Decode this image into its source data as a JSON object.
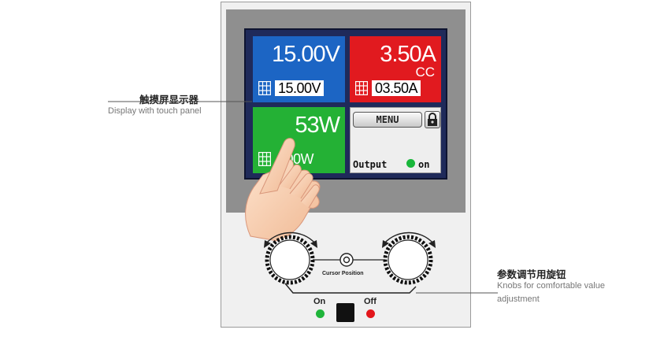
{
  "display": {
    "voltage": {
      "actual": "15.00V",
      "set": "15.00V",
      "color": "#1c65c4"
    },
    "current": {
      "actual": "3.50A",
      "mode": "CC",
      "set": "03.50A",
      "color": "#e11a1f"
    },
    "power": {
      "actual": "53W",
      "set": "100W",
      "color": "#24b135"
    },
    "status": {
      "menu_label": "MENU",
      "output_label": "Output",
      "output_state": "on",
      "output_color": "#18b63a"
    }
  },
  "annotations": {
    "display": {
      "cn": "触摸屏显示器",
      "en": "Display with touch panel"
    },
    "knobs": {
      "cn": "参数调节用旋钮",
      "en_line1": "Knobs for comfortable value",
      "en_line2": "adjustment"
    }
  },
  "controls": {
    "cursor_label": "Cursor Position",
    "switch_on_label": "On",
    "switch_off_label": "Off",
    "on_led_color": "#1fb43a",
    "off_led_color": "#e3161b"
  }
}
